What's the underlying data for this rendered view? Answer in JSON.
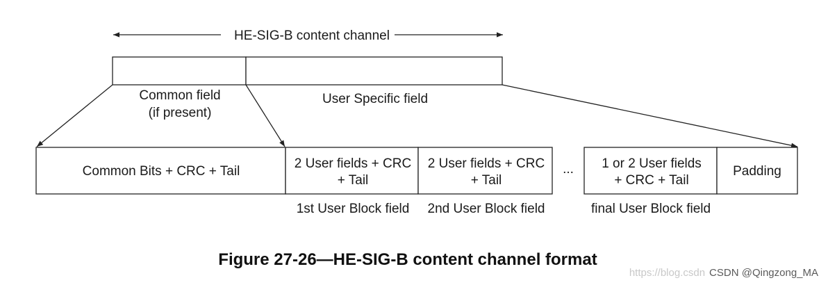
{
  "top": {
    "span_label": "HE-SIG-B content channel",
    "common_label_line1": "Common field",
    "common_label_line2": "(if present)",
    "user_specific_label": "User Specific field"
  },
  "bottom": {
    "common_bits": "Common Bits + CRC + Tail",
    "user_block_1_line1": "2 User fields + CRC",
    "user_block_1_line2": "+ Tail",
    "user_block_2_line1": "2 User fields + CRC",
    "user_block_2_line2": "+ Tail",
    "ellipsis": "...",
    "final_block_line1": "1 or 2 User fields",
    "final_block_line2": "+ CRC + Tail",
    "padding": "Padding",
    "label_1st": "1st User Block field",
    "label_2nd": "2nd User Block field",
    "label_final": "final User Block field"
  },
  "caption": "Figure 27-26—HE-SIG-B content channel format",
  "watermark": {
    "url_part": "https://blog.csdn",
    "credit": "CSDN @Qingzong_MA"
  }
}
